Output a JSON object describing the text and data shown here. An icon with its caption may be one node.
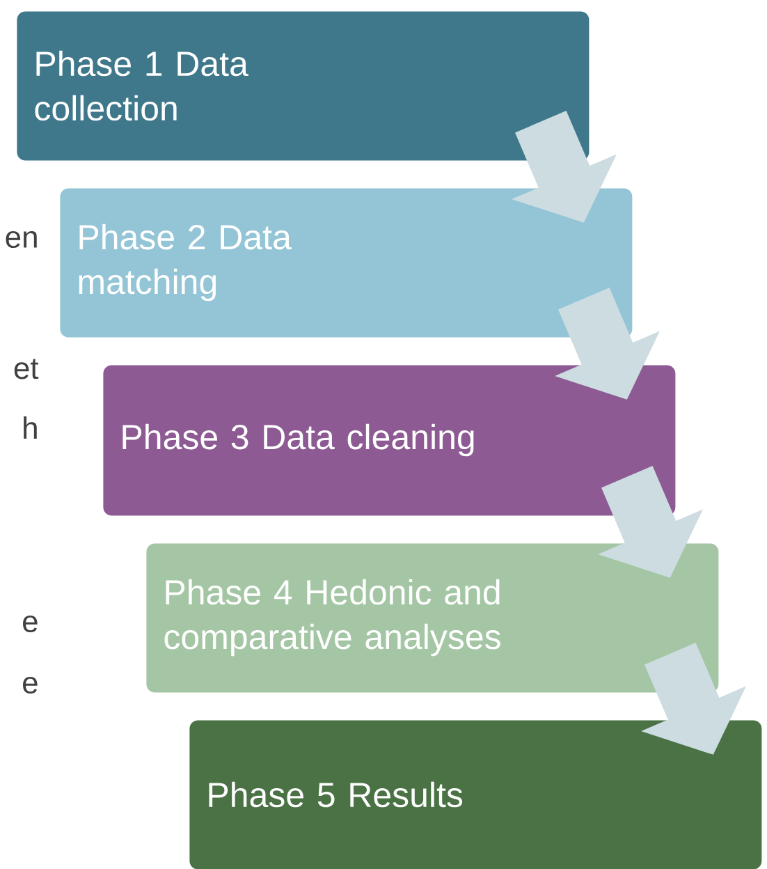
{
  "diagram": {
    "nodes": [
      {
        "text": [
          "Phase 1 Data collection"
        ]
      },
      {
        "text": [
          "Phase 2 Data matching"
        ]
      },
      {
        "text": [
          "Phase 3 Data cleaning"
        ]
      },
      {
        "text": [
          "Phase 4 Hedonic and comparative analyses"
        ]
      },
      {
        "text": [
          "Phase 5 Results"
        ]
      }
    ],
    "edges": [
      {
        "from": 0,
        "to": 1,
        "arrow": "to"
      },
      {
        "from": 1,
        "to": 2,
        "arrow": "to"
      },
      {
        "from": 2,
        "to": 3,
        "arrow": "to"
      },
      {
        "from": 3,
        "to": 4,
        "arrow": "to"
      }
    ],
    "labels": [
      "en",
      "et",
      "h",
      "e",
      "e"
    ]
  }
}
